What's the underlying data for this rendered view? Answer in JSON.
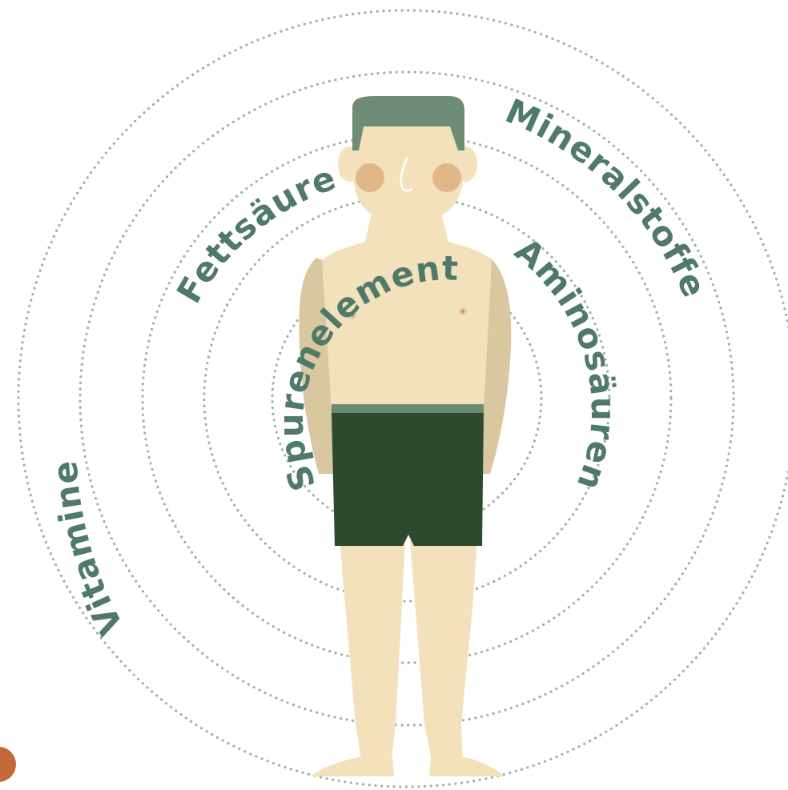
{
  "labels": {
    "vitamine": "Vitamine",
    "fettsaeuren": "Fettsäuren",
    "mineralstoffe": "Mineralstoffe",
    "spurenelemente": "Spurenelemente",
    "aminosaeuren": "Aminosäuren"
  },
  "colors": {
    "skin": "#f2e1bb",
    "skin_shadow": "#d9c7a0",
    "cheeks": "#e0b789",
    "hair": "#6e8c76",
    "shorts": "#2e4a2e",
    "shorts_band": "#6b8a72",
    "rings": "#9db2a6",
    "label_text": "#4f7a6a",
    "corner_dot": "#c4683a"
  },
  "icons": {
    "figure": "human-figure-icon",
    "corner": "orange-dot-icon"
  }
}
